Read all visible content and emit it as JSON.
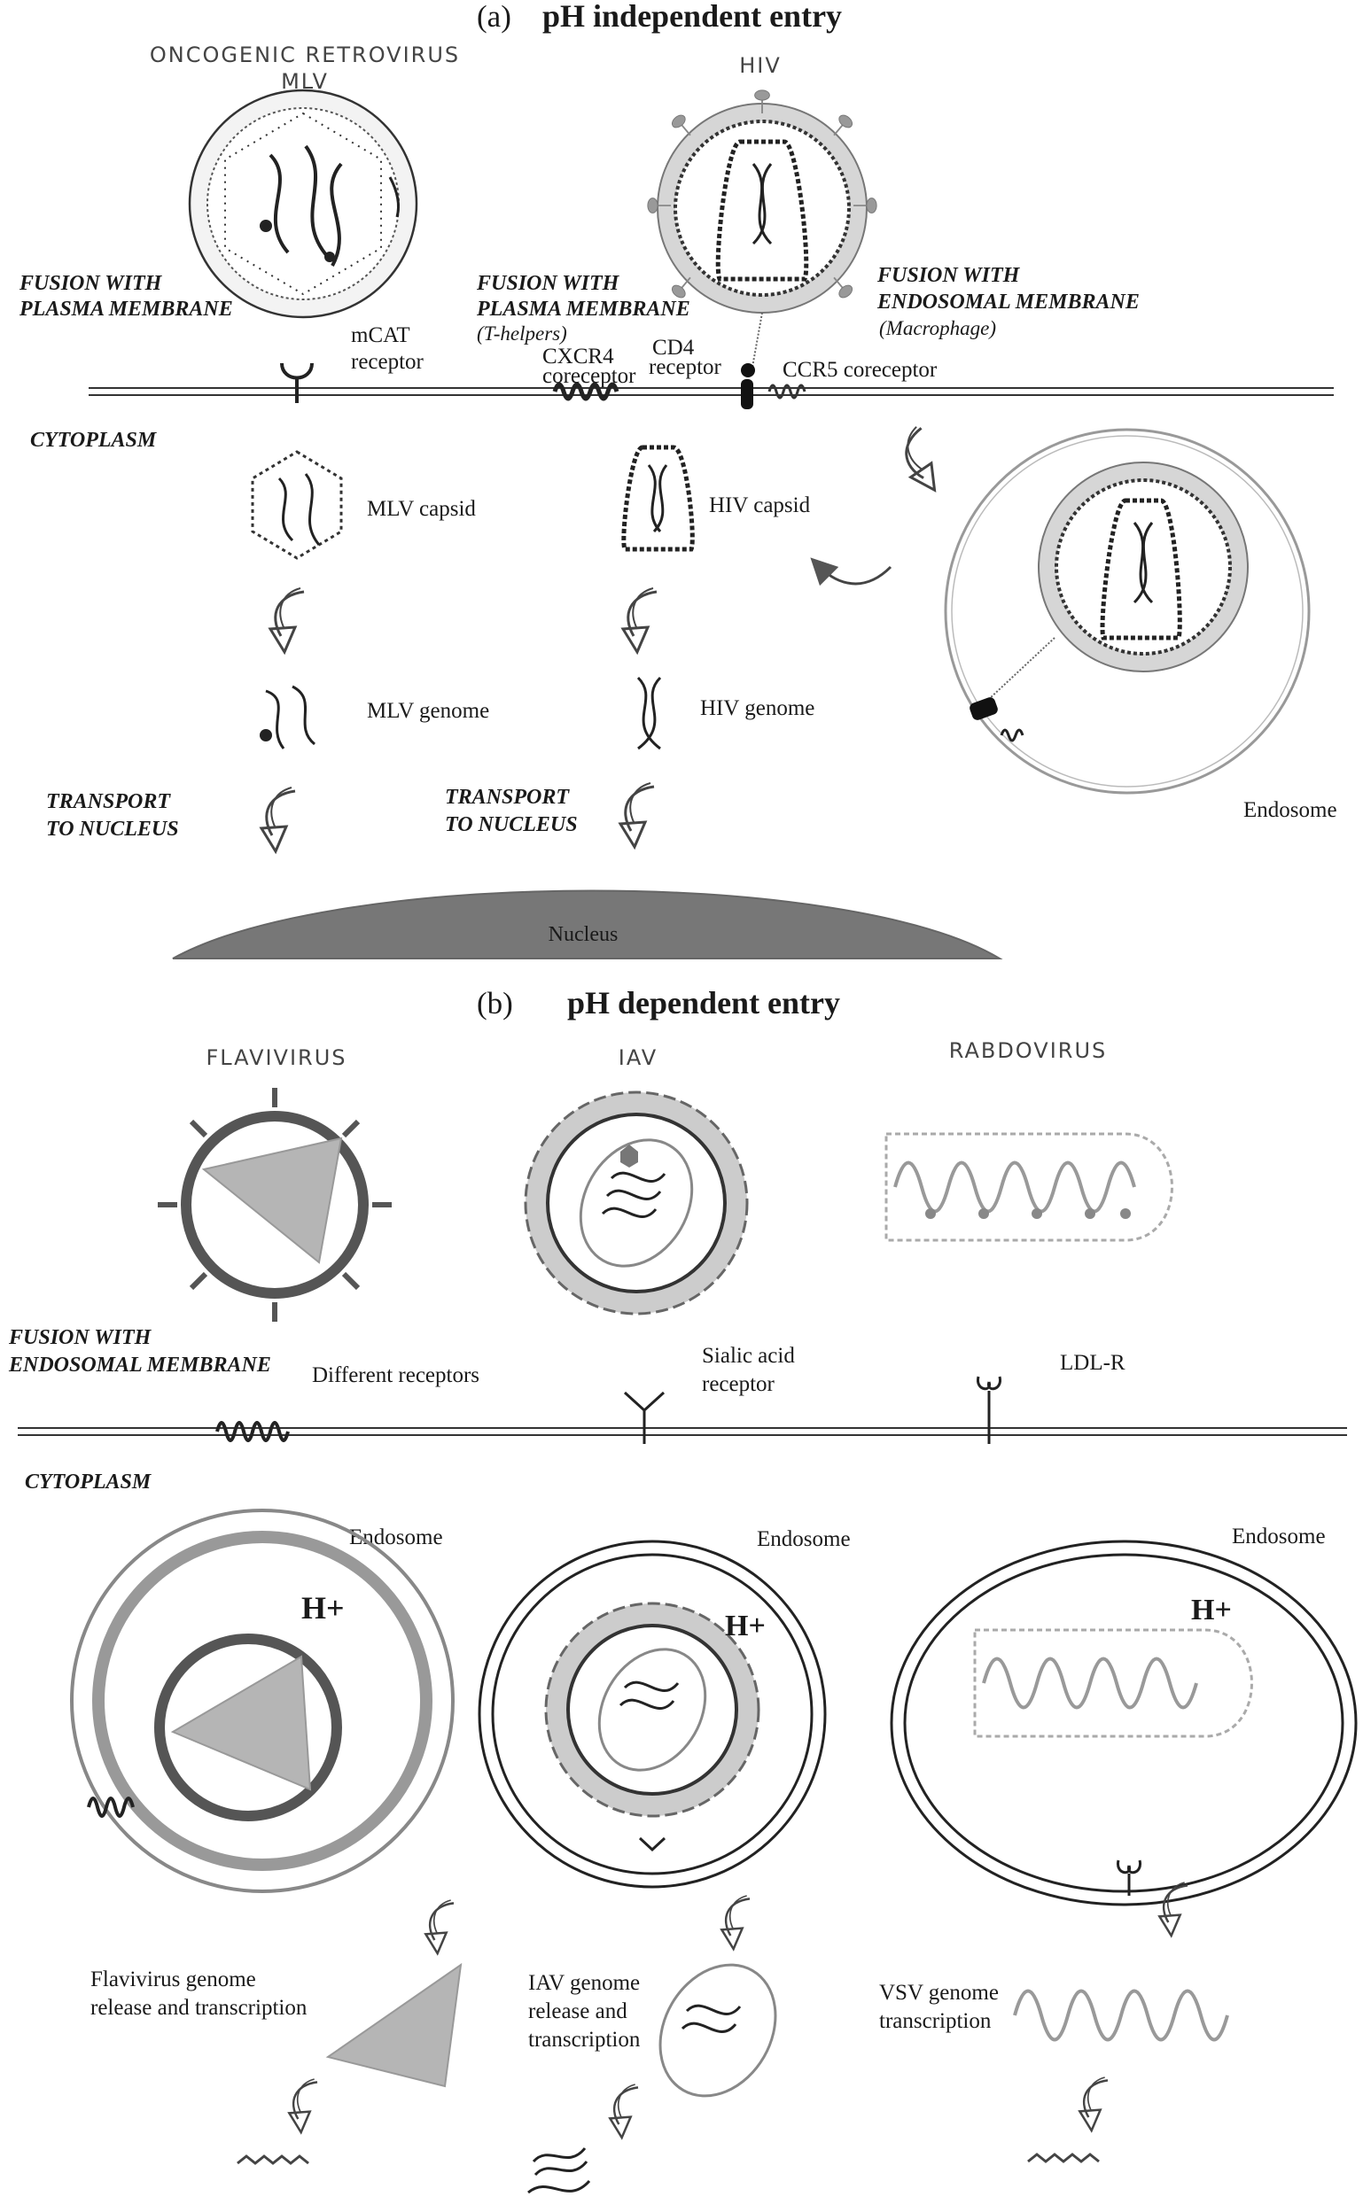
{
  "panel_a": {
    "letter": "(a)",
    "title": "pH independent entry",
    "virus_mlv_line1": "ONCOGENIC RETROVIRUS",
    "virus_mlv_line2": "MLV",
    "virus_hiv": "HIV",
    "fusion_plasma_1_l1": "FUSION WITH",
    "fusion_plasma_1_l2": "PLASMA MEMBRANE",
    "fusion_plasma_2_l1": "FUSION WITH",
    "fusion_plasma_2_l2": "PLASMA MEMBRANE",
    "t_helpers": "(T-helpers)",
    "fusion_endo_l1": "FUSION WITH",
    "fusion_endo_l2": "ENDOSOMAL MEMBRANE",
    "macrophage": "(Macrophage)",
    "mcat_l1": "mCAT",
    "mcat_l2": "receptor",
    "cxcr4_l1": "CXCR4",
    "cxcr4_l2": "coreceptor",
    "cd4_l1": "CD4",
    "cd4_l2": "receptor",
    "ccr5": "CCR5 coreceptor",
    "cytoplasm": "CYTOPLASM",
    "mlv_capsid": "MLV capsid",
    "hiv_capsid": "HIV capsid",
    "mlv_genome": "MLV genome",
    "hiv_genome": "HIV genome",
    "transport_1_l1": "TRANSPORT",
    "transport_1_l2": "TO NUCLEUS",
    "transport_2_l1": "TRANSPORT",
    "transport_2_l2": "TO NUCLEUS",
    "endosome": "Endosome",
    "nucleus": "Nucleus"
  },
  "panel_b": {
    "letter": "(b)",
    "title": "pH dependent entry",
    "virus_flavi": "FLAVIVIRUS",
    "virus_iav": "IAV",
    "virus_rabdo": "RABDOVIRUS",
    "fusion_endo_l1": "FUSION WITH",
    "fusion_endo_l2": "ENDOSOMAL MEMBRANE",
    "different_receptors": "Different receptors",
    "sialic_l1": "Sialic acid",
    "sialic_l2": "receptor",
    "ldlr": "LDL-R",
    "cytoplasm": "CYTOPLASM",
    "endosome_1": "Endosome",
    "endosome_2": "Endosome",
    "endosome_3": "Endosome",
    "hplus_1": "H+",
    "hplus_2": "H+",
    "hplus_3": "H+",
    "flavi_text_l1": "Flavivirus genome",
    "flavi_text_l2": "release and transcription",
    "iav_text_l1": "IAV genome",
    "iav_text_l2": "release and",
    "iav_text_l3": "transcription",
    "vsv_text_l1": "VSV genome",
    "vsv_text_l2": "transcription"
  }
}
